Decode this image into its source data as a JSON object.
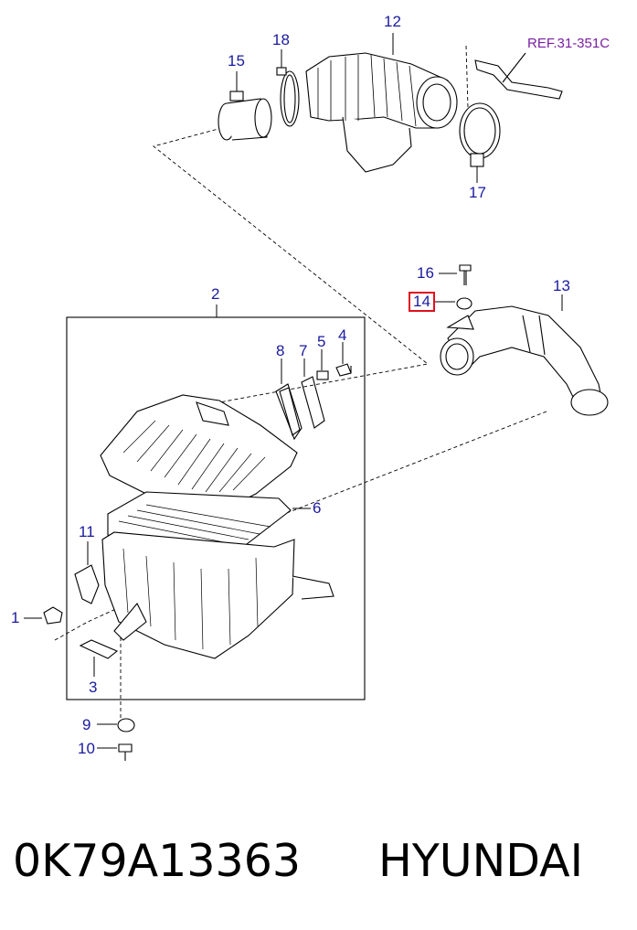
{
  "ref_label": "REF.31-351C",
  "callouts": {
    "p1": "1",
    "p2": "2",
    "p3": "3",
    "p4": "4",
    "p5": "5",
    "p6": "6",
    "p7": "7",
    "p8": "8",
    "p9": "9",
    "p10": "10",
    "p11": "11",
    "p12": "12",
    "p13": "13",
    "p14": "14",
    "p15": "15",
    "p16": "16",
    "p17": "17",
    "p18": "18"
  },
  "highlighted_callout": "14",
  "caption": {
    "part_number": "0K79A13363",
    "brand": "HYUNDAI"
  },
  "colors": {
    "callout_text": "#1a1aa0",
    "ref_text": "#7a1fa2",
    "highlight_box": "#e0101e",
    "line_art": "#000000"
  }
}
